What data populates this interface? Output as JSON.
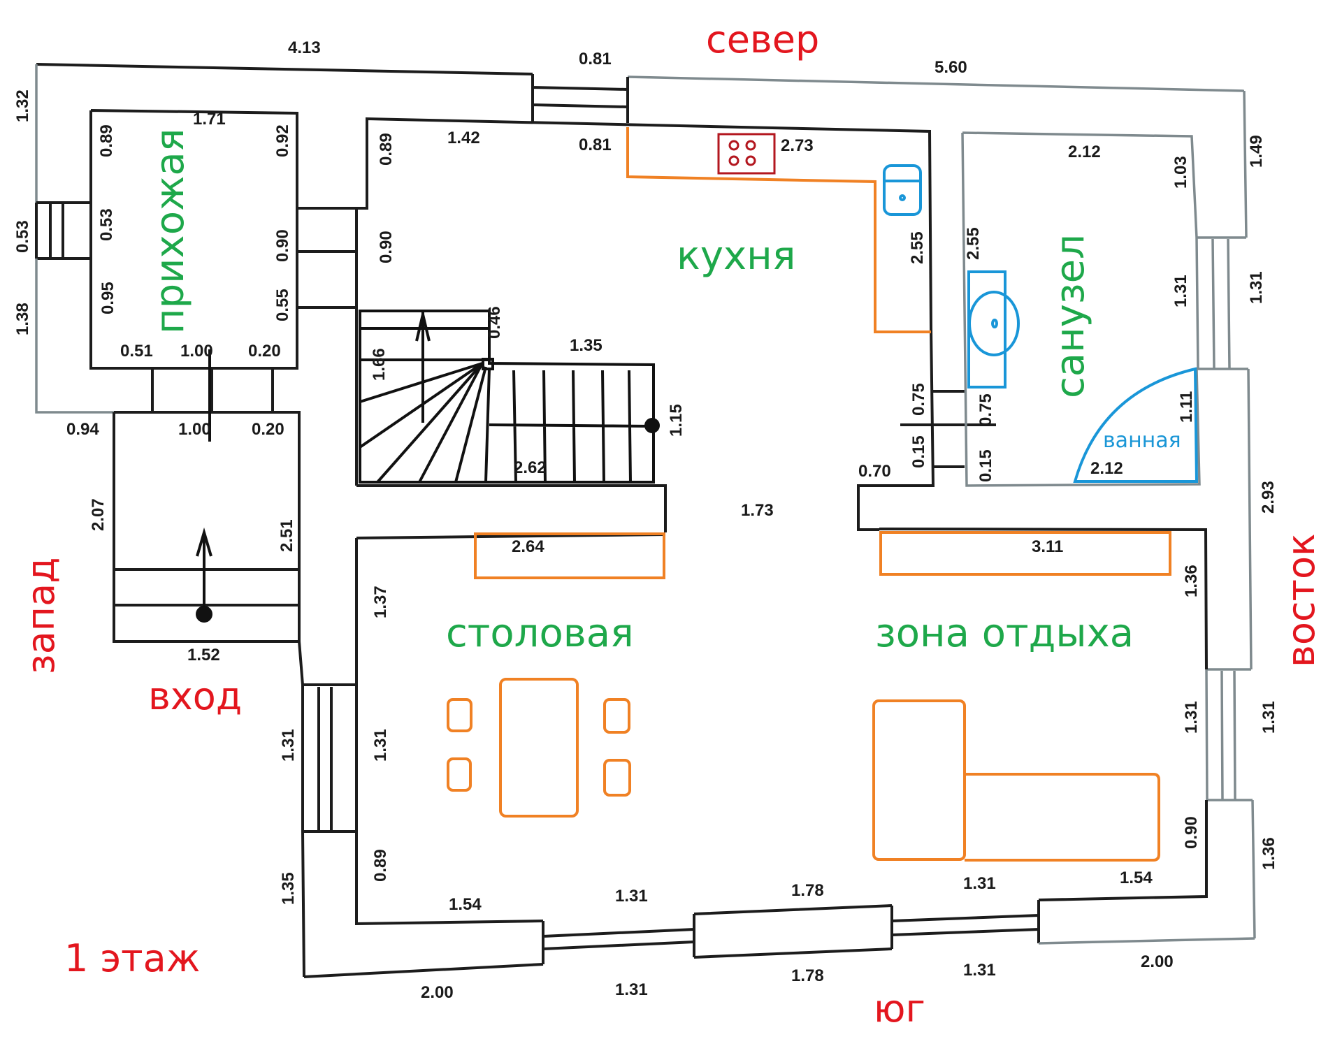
{
  "title": "1 этаж",
  "compass": {
    "north": "север",
    "south": "юг",
    "west": "запад",
    "east": "восток",
    "entrance": "вход"
  },
  "rooms": {
    "hallway": "прихожая",
    "kitchen": "кухня",
    "bathroom_unit": "санузел",
    "bathtub": "ванная",
    "dining": "столовая",
    "lounge": "зона отдыха"
  },
  "colors": {
    "room_label": "#1ea84a",
    "compass_label": "#e3161e",
    "furniture": "#f08124",
    "plumbing": "#1996d8",
    "stove": "#b3171f"
  },
  "dimensions": {
    "top_outer_left": "4.13",
    "top_window": "0.81",
    "top_outer_right": "5.60",
    "west_outer_top": "1.32",
    "west_window": "0.53",
    "west_outer_mid": "1.38",
    "hall_top": "1.71",
    "hall_left_top": "0.89",
    "hall_left_window": "0.53",
    "hall_left_bottom": "0.95",
    "hall_right_top": "0.92",
    "hall_right_door": "0.90",
    "hall_right_bottom": "0.55",
    "hall_bottom_left": "0.51",
    "hall_bottom_door": "1.00",
    "hall_bottom_right": "0.20",
    "porch_top_left": "0.94",
    "porch_top_door": "1.00",
    "porch_top_right": "0.20",
    "porch_left": "2.07",
    "porch_right": "2.51",
    "porch_bottom": "1.52",
    "kitchen_left_top": "0.89",
    "kitchen_top_left": "1.42",
    "kitchen_top_window": "0.81",
    "kitchen_top_right": "2.73",
    "kitchen_door": "0.90",
    "kitchen_right": "2.55",
    "stair_landing": "0.46",
    "stair_side": "1.66",
    "stair_top": "1.35",
    "stair_bottom": "2.62",
    "stair_right": "1.15",
    "corridor": "1.73",
    "bath_top": "2.12",
    "bath_left": "2.55",
    "bath_right_top": "1.03",
    "bath_right_window": "1.31",
    "bath_right_bottom": "1.11",
    "bath_bottom": "2.12",
    "bath_door_left": "0.75",
    "bath_door_right": "0.75",
    "bath_wall_left": "0.15",
    "bath_wall_right": "0.15",
    "partition": "0.70",
    "east_outer_top": "1.49",
    "east_outer_window": "1.31",
    "east_outer_mid": "2.93",
    "east_outer_window2": "1.31",
    "east_outer_bottom": "1.36",
    "east_inner_top": "1.36",
    "east_inner_window": "1.31",
    "east_inner_bottom": "0.90",
    "dining_bench": "2.64",
    "lounge_bench": "3.11",
    "dining_left_top": "1.37",
    "dining_left_window": "1.31",
    "dining_left_bottom": "0.89",
    "west_outer_lower_window": "1.31",
    "west_outer_bottom": "1.35",
    "south_inner_1": "1.54",
    "south_inner_2": "1.31",
    "south_inner_3": "1.78",
    "south_inner_4": "1.31",
    "south_inner_5": "1.54",
    "south_outer_1": "2.00",
    "south_outer_2": "1.31",
    "south_outer_3": "1.78",
    "south_outer_4": "1.31",
    "south_outer_5": "2.00"
  }
}
